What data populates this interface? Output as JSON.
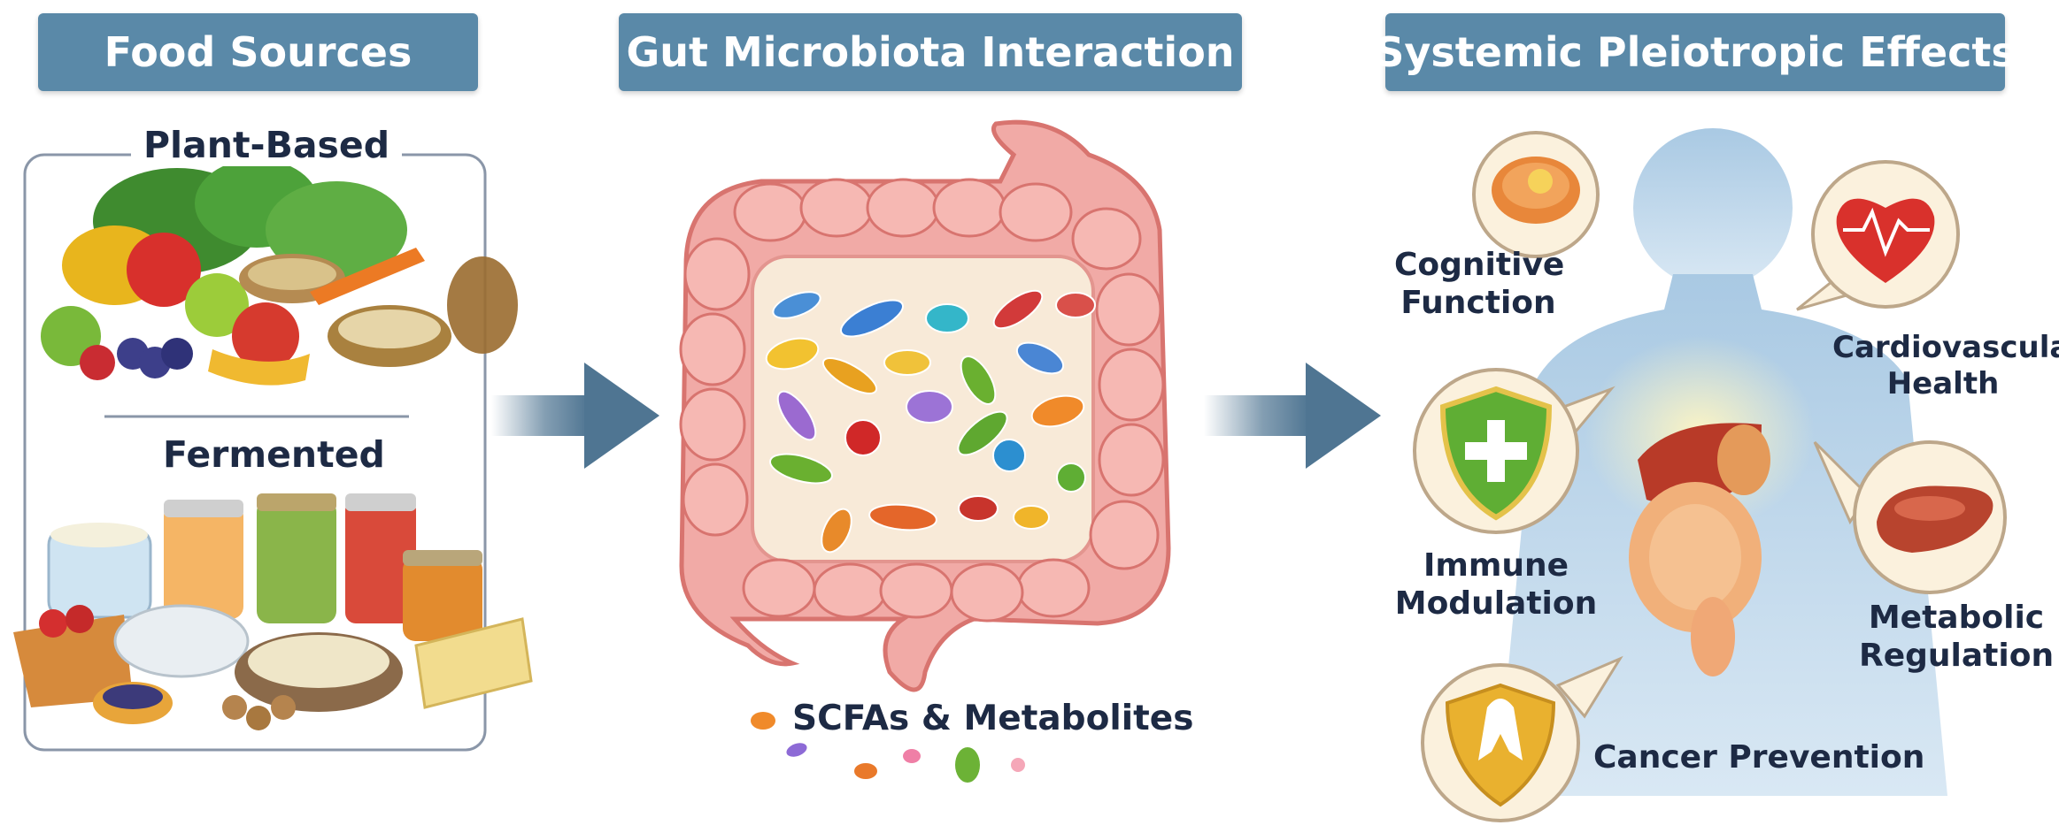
{
  "headers": {
    "food_sources": "Food Sources",
    "gut": "Gut Microbiota Interaction",
    "effects": "Systemic Pleiotropic Effects"
  },
  "food": {
    "plant": "Plant-Based",
    "fermented": "Fermented"
  },
  "gut": {
    "metabolites": "SCFAs & Metabolites"
  },
  "effects": {
    "cognitive": {
      "line1": "Cognitive",
      "line2": "Function"
    },
    "cardio": {
      "line1": "Cardiovascular",
      "line2": "Health"
    },
    "immune": {
      "line1": "Immune",
      "line2": "Modulation"
    },
    "metabolic": {
      "line1": "Metabolic",
      "line2": "Regulation"
    },
    "cancer": "Cancer Prevention"
  },
  "colors": {
    "header_bg": "#5a89a8",
    "label_text": "#1d2a44",
    "arrow": "#4f7592",
    "intestine": "#ee9f9c",
    "body_silhouette": "#bcd6ea"
  }
}
